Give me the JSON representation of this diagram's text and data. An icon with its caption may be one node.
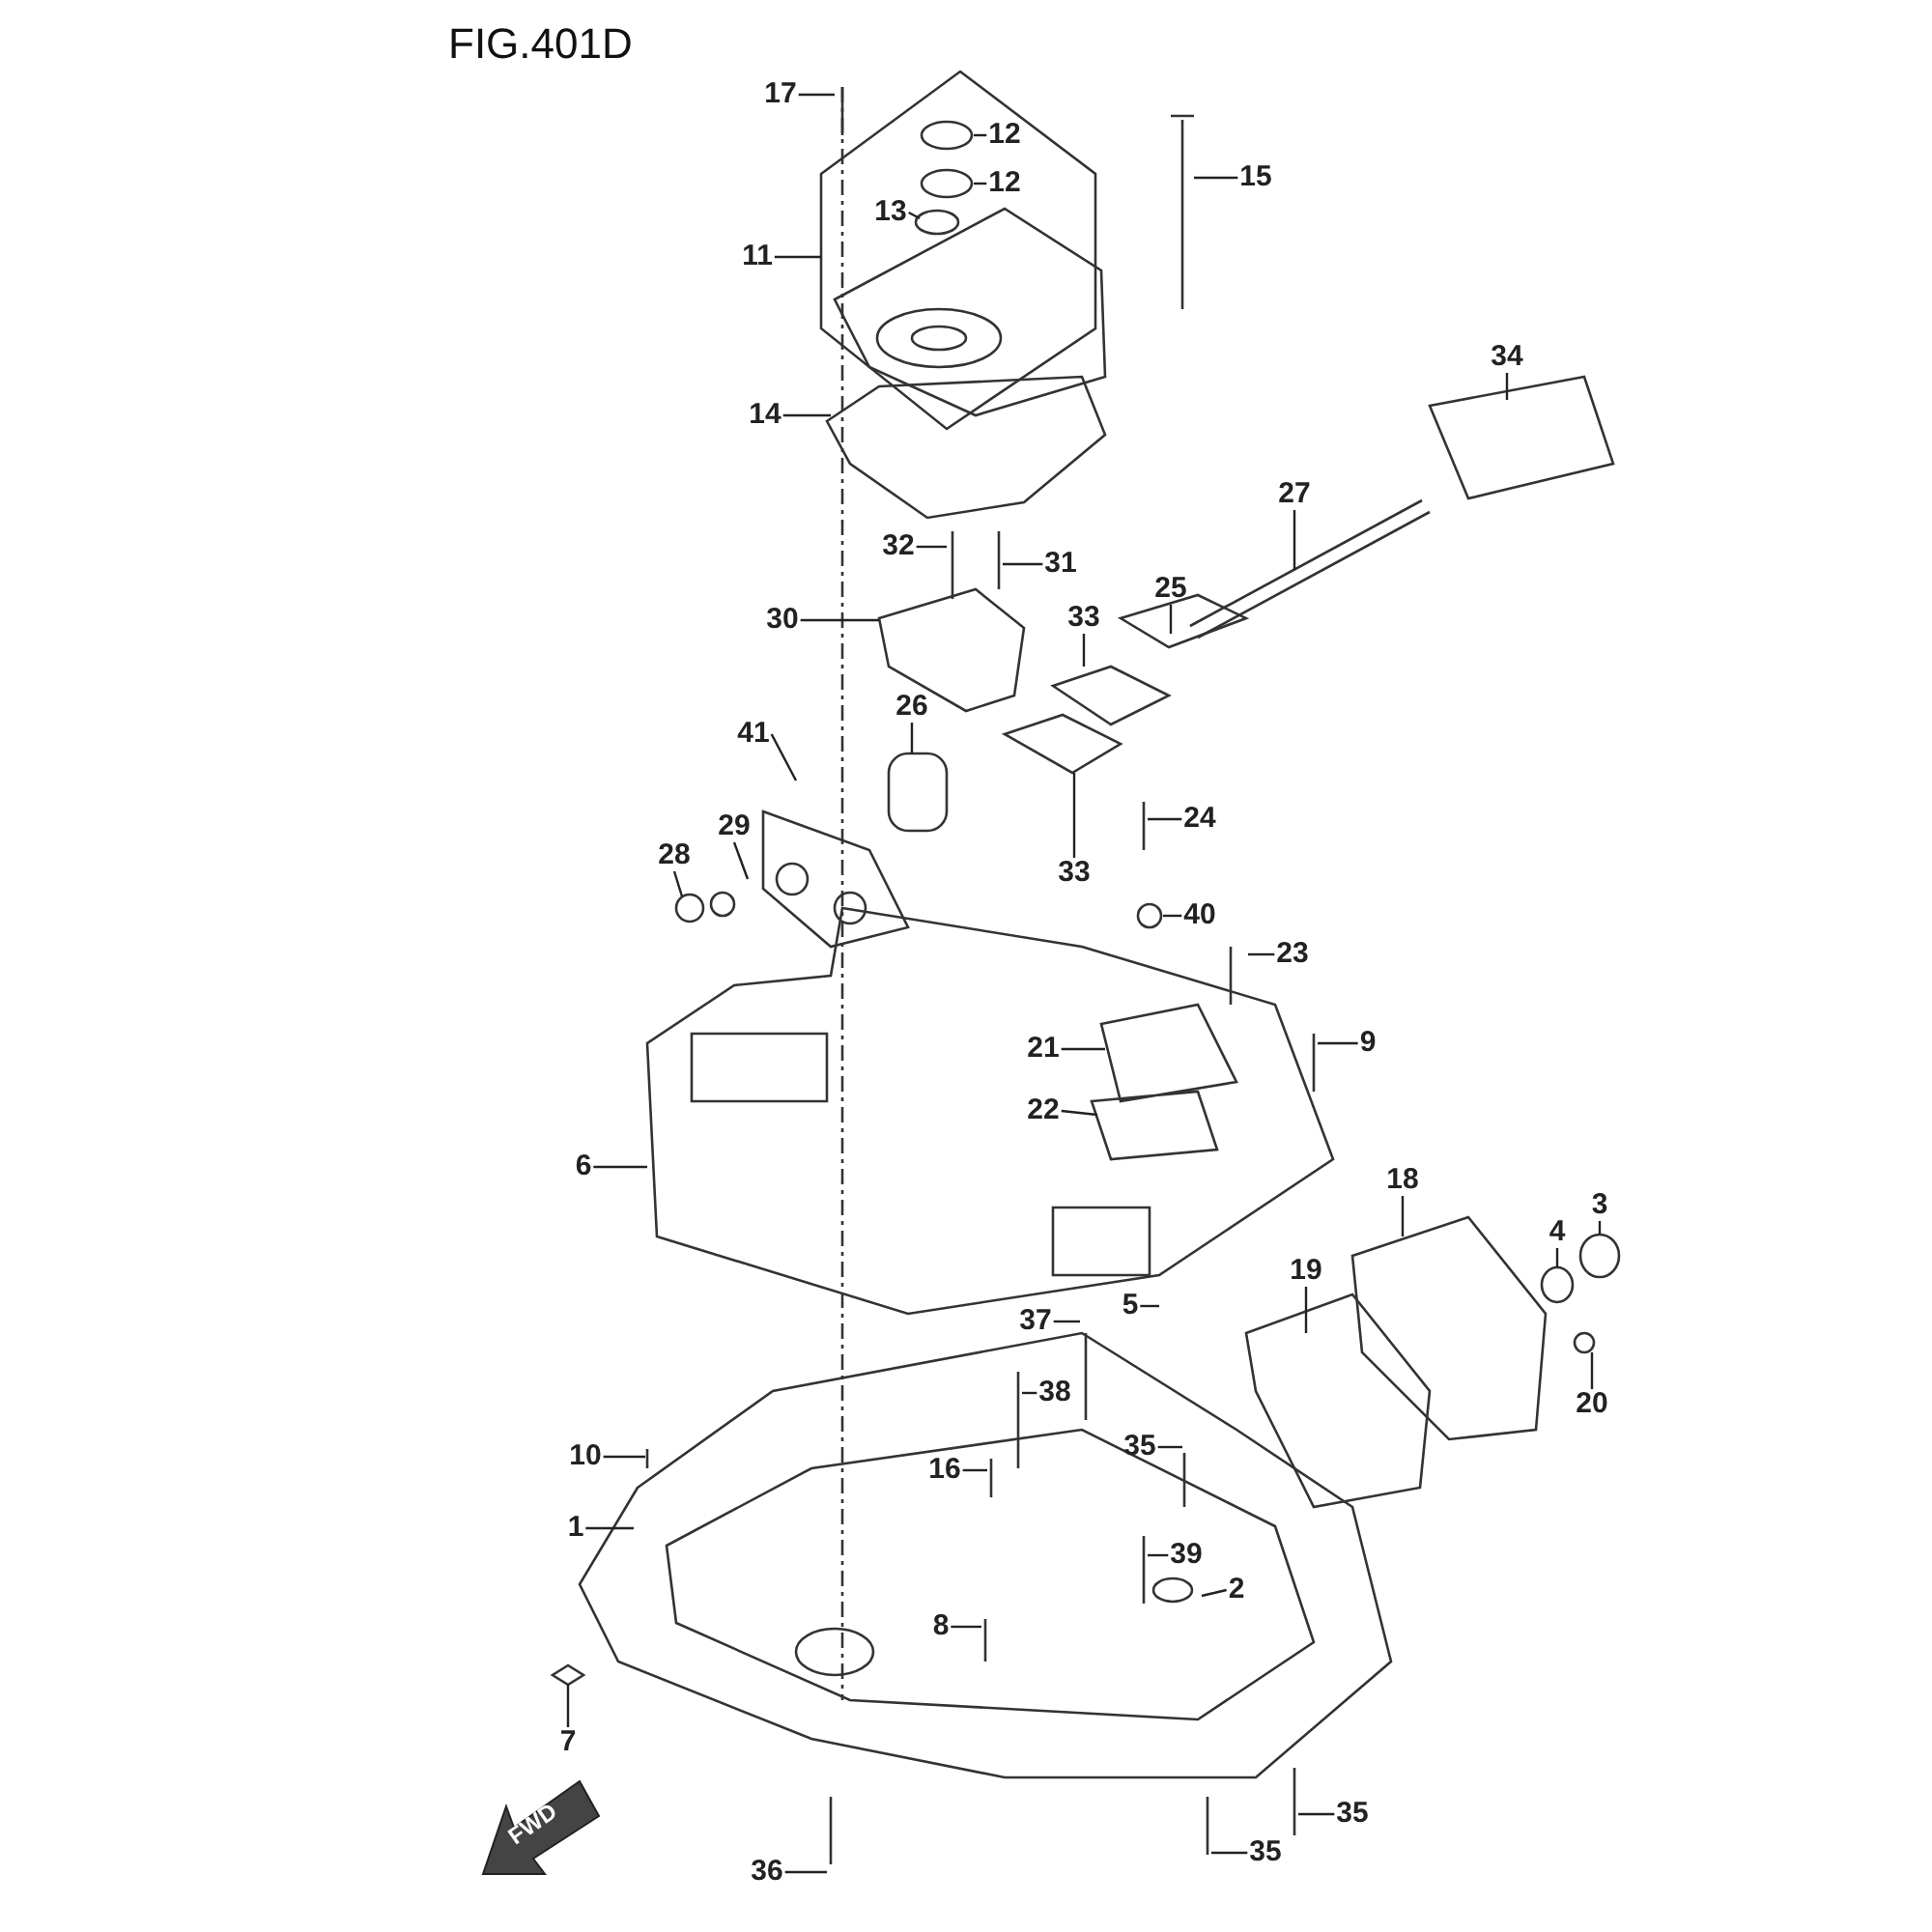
{
  "diagram": {
    "title": "FIG.401D",
    "nodes": [
      {
        "text": [
          "17"
        ]
      },
      {
        "text": [
          "12"
        ]
      },
      {
        "text": [
          "12"
        ]
      },
      {
        "text": [
          "13"
        ]
      },
      {
        "text": [
          "15"
        ]
      },
      {
        "text": [
          "11"
        ]
      },
      {
        "text": [
          "14"
        ]
      },
      {
        "text": [
          "34"
        ]
      },
      {
        "text": [
          "27"
        ]
      },
      {
        "text": [
          "32"
        ]
      },
      {
        "text": [
          "31"
        ]
      },
      {
        "text": [
          "30"
        ]
      },
      {
        "text": [
          "25"
        ]
      },
      {
        "text": [
          "33"
        ]
      },
      {
        "text": [
          "26"
        ]
      },
      {
        "text": [
          "41"
        ]
      },
      {
        "text": [
          "29"
        ]
      },
      {
        "text": [
          "28"
        ]
      },
      {
        "text": [
          "24"
        ]
      },
      {
        "text": [
          "33"
        ]
      },
      {
        "text": [
          "40"
        ]
      },
      {
        "text": [
          "23"
        ]
      },
      {
        "text": [
          "9"
        ]
      },
      {
        "text": [
          "21"
        ]
      },
      {
        "text": [
          "22"
        ]
      },
      {
        "text": [
          "6"
        ]
      },
      {
        "text": [
          "18"
        ]
      },
      {
        "text": [
          "3"
        ]
      },
      {
        "text": [
          "4"
        ]
      },
      {
        "text": [
          "19"
        ]
      },
      {
        "text": [
          "5"
        ]
      },
      {
        "text": [
          "37"
        ]
      },
      {
        "text": [
          "38"
        ]
      },
      {
        "text": [
          "20"
        ]
      },
      {
        "text": [
          "35"
        ]
      },
      {
        "text": [
          "10"
        ]
      },
      {
        "text": [
          "16"
        ]
      },
      {
        "text": [
          "1"
        ]
      },
      {
        "text": [
          "39"
        ]
      },
      {
        "text": [
          "2"
        ]
      },
      {
        "text": [
          "8"
        ]
      },
      {
        "text": [
          "7"
        ]
      },
      {
        "text": [
          "35"
        ]
      },
      {
        "text": [
          "35"
        ]
      },
      {
        "text": [
          "36"
        ]
      }
    ],
    "edges": [
      {
        "from": 0,
        "to": null,
        "arrow": "none"
      },
      {
        "from": 1,
        "to": null,
        "arrow": "none"
      },
      {
        "from": 2,
        "to": null,
        "arrow": "none"
      },
      {
        "from": 3,
        "to": null,
        "arrow": "none"
      },
      {
        "from": 4,
        "to": null,
        "arrow": "none"
      },
      {
        "from": 5,
        "to": null,
        "arrow": "none"
      },
      {
        "from": 6,
        "to": null,
        "arrow": "none"
      },
      {
        "from": 7,
        "to": null,
        "arrow": "none"
      },
      {
        "from": 8,
        "to": null,
        "arrow": "none"
      },
      {
        "from": 9,
        "to": null,
        "arrow": "none"
      },
      {
        "from": 10,
        "to": null,
        "arrow": "none"
      },
      {
        "from": 11,
        "to": null,
        "arrow": "none"
      },
      {
        "from": 12,
        "to": null,
        "arrow": "none"
      },
      {
        "from": 13,
        "to": null,
        "arrow": "none"
      },
      {
        "from": 14,
        "to": null,
        "arrow": "none"
      },
      {
        "from": 15,
        "to": null,
        "arrow": "none"
      },
      {
        "from": 16,
        "to": null,
        "arrow": "none"
      },
      {
        "from": 17,
        "to": null,
        "arrow": "none"
      },
      {
        "from": 18,
        "to": null,
        "arrow": "none"
      },
      {
        "from": 19,
        "to": null,
        "arrow": "none"
      },
      {
        "from": 20,
        "to": null,
        "arrow": "none"
      },
      {
        "from": 21,
        "to": null,
        "arrow": "none"
      },
      {
        "from": 22,
        "to": null,
        "arrow": "none"
      },
      {
        "from": 23,
        "to": null,
        "arrow": "none"
      },
      {
        "from": 24,
        "to": null,
        "arrow": "none"
      },
      {
        "from": 25,
        "to": null,
        "arrow": "none"
      },
      {
        "from": 26,
        "to": null,
        "arrow": "none"
      },
      {
        "from": 27,
        "to": null,
        "arrow": "none"
      },
      {
        "from": 28,
        "to": null,
        "arrow": "none"
      },
      {
        "from": 29,
        "to": null,
        "arrow": "none"
      },
      {
        "from": 30,
        "to": null,
        "arrow": "none"
      },
      {
        "from": 31,
        "to": null,
        "arrow": "none"
      },
      {
        "from": 32,
        "to": null,
        "arrow": "none"
      },
      {
        "from": 33,
        "to": null,
        "arrow": "none"
      },
      {
        "from": 34,
        "to": null,
        "arrow": "none"
      },
      {
        "from": 35,
        "to": null,
        "arrow": "none"
      },
      {
        "from": 36,
        "to": null,
        "arrow": "none"
      },
      {
        "from": 37,
        "to": null,
        "arrow": "none"
      },
      {
        "from": 38,
        "to": null,
        "arrow": "none"
      },
      {
        "from": 39,
        "to": null,
        "arrow": "none"
      },
      {
        "from": 40,
        "to": null,
        "arrow": "none"
      },
      {
        "from": 41,
        "to": null,
        "arrow": "none"
      },
      {
        "from": 42,
        "to": null,
        "arrow": "none"
      },
      {
        "from": 43,
        "to": null,
        "arrow": "none"
      },
      {
        "from": 44,
        "to": null,
        "arrow": "none"
      }
    ],
    "labels": [
      "FWD"
    ]
  }
}
